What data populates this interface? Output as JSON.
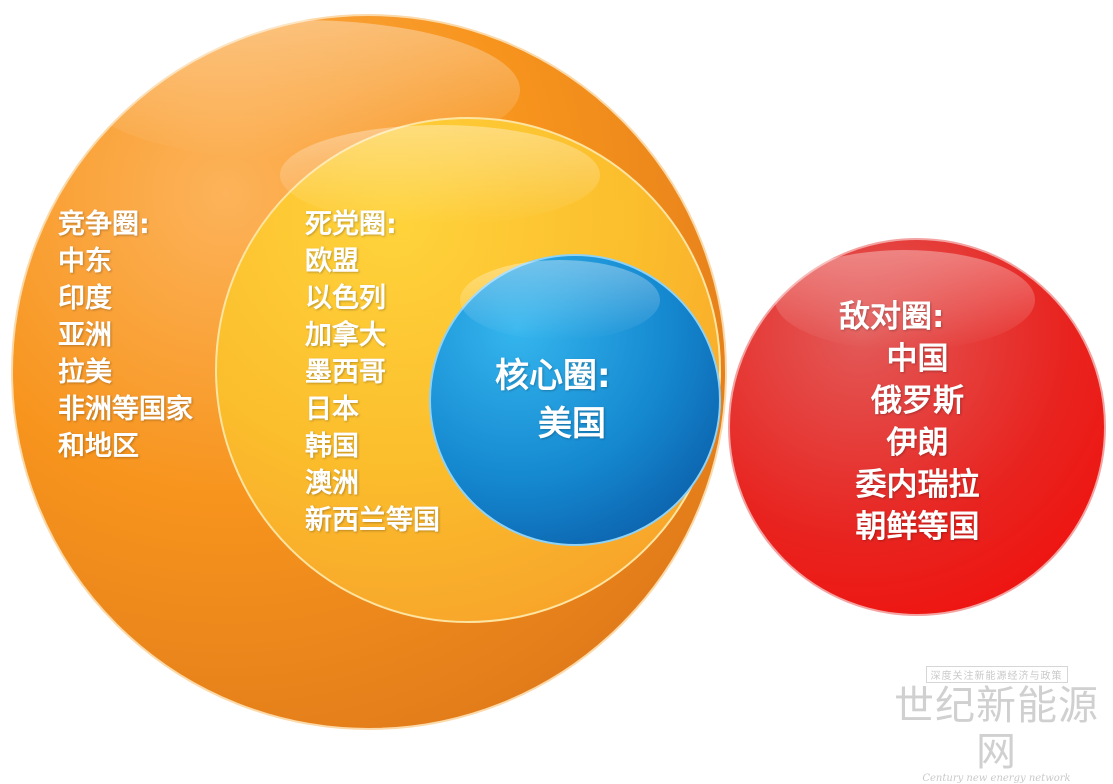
{
  "circles": {
    "competition": {
      "title": "竞争圈:",
      "items": [
        "中东",
        "印度",
        "亚洲",
        "拉美",
        "非洲等国家",
        "和地区"
      ],
      "color": "#f7941d"
    },
    "ally": {
      "title": "死党圈:",
      "items": [
        "欧盟",
        "以色列",
        "加拿大",
        "墨西哥",
        "日本",
        "韩国",
        "澳洲",
        "新西兰等国"
      ],
      "color": "#fbb829"
    },
    "core": {
      "title": "核心圈:",
      "item": "美国",
      "color": "#1a7cc8"
    },
    "hostile": {
      "title": "敌对圈:",
      "items": [
        "中国",
        "俄罗斯",
        "伊朗",
        "委内瑞拉",
        "朝鲜等国"
      ],
      "color": "#e8201c"
    }
  },
  "watermark": {
    "tagline": "深度关注新能源经济与政策",
    "name": "世纪新能源网",
    "english": "Century new energy network"
  }
}
